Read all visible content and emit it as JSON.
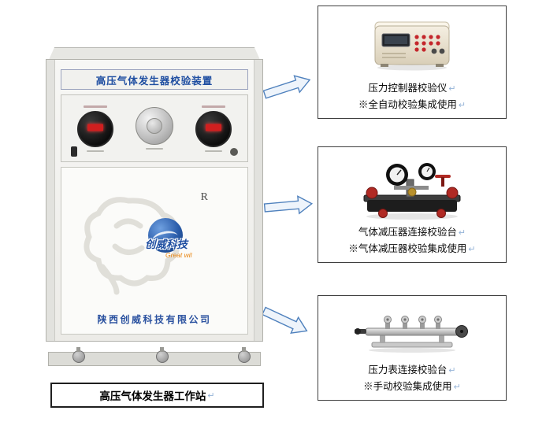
{
  "diagram": {
    "cabinet": {
      "header": "高压气体发生器校验装置",
      "r_mark": "R",
      "logo_text": "创威科技",
      "logo_subtext": "Great wil",
      "company": "陕西创威科技有限公司"
    },
    "station_label": "高压气体发生器工作站",
    "line_break_mark": "↵",
    "items": [
      {
        "title": "压力控制器校验仪",
        "note": "※全自动校验集成使用"
      },
      {
        "title": "气体减压器连接校验台",
        "note": "※气体减压器校验集成使用"
      },
      {
        "title": "压力表连接校验台",
        "note": "※手动校验集成使用"
      }
    ],
    "colors": {
      "arrow_outline": "#4f81bd",
      "title_blue": "#1f4ea1",
      "company_blue": "#2b52a0",
      "logo_orange": "#e8820c",
      "gauge_display_red": "#d01f1f"
    }
  }
}
